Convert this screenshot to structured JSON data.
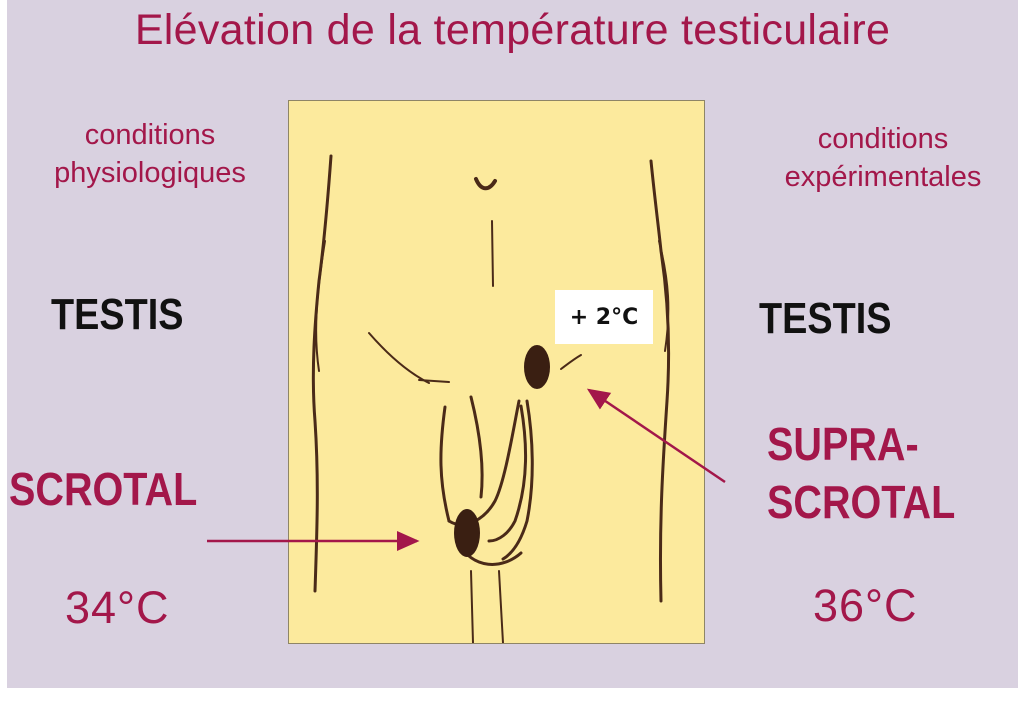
{
  "title": "Elévation de la température testiculaire",
  "left": {
    "condition_line1": "conditions",
    "condition_line2": "physiologiques",
    "organ": "TESTIS",
    "position": "SCROTAL",
    "temperature": "34°C"
  },
  "right": {
    "condition_line1": "conditions",
    "condition_line2": "expérimentales",
    "organ": "TESTIS",
    "position_line1": "SUPRA-",
    "position_line2": "SCROTAL",
    "temperature": "36°C"
  },
  "diagram": {
    "delta_label": "+ 2°C",
    "panel_color": "#fcea9d",
    "line_color": "#4a2a18",
    "arrow_color": "#a3174a"
  },
  "colors": {
    "background": "#d9d1e0",
    "accent": "#a3174a",
    "text_dark": "#111111"
  }
}
